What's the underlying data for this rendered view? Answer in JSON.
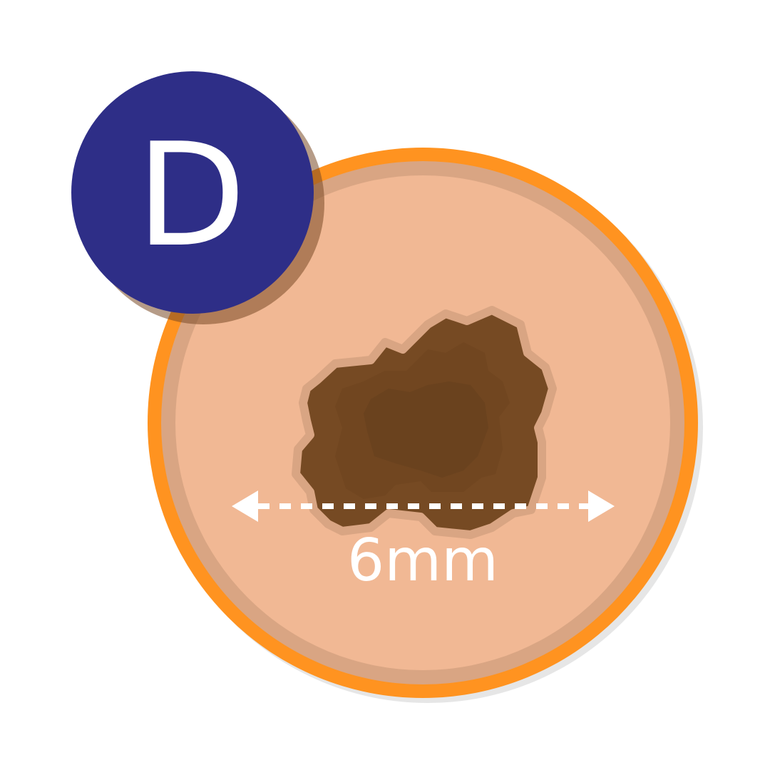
{
  "badge": {
    "letter": "D"
  },
  "measurement": {
    "label": "6mm",
    "value_mm": 6
  },
  "colors": {
    "badge": "#2E2E87",
    "ring": "#FF9320",
    "inner_ring": "#D9A583",
    "skin": "#F1B894",
    "mole": "#764A23",
    "mole_core": "#6A421E",
    "arrow": "#FFFFFF"
  }
}
